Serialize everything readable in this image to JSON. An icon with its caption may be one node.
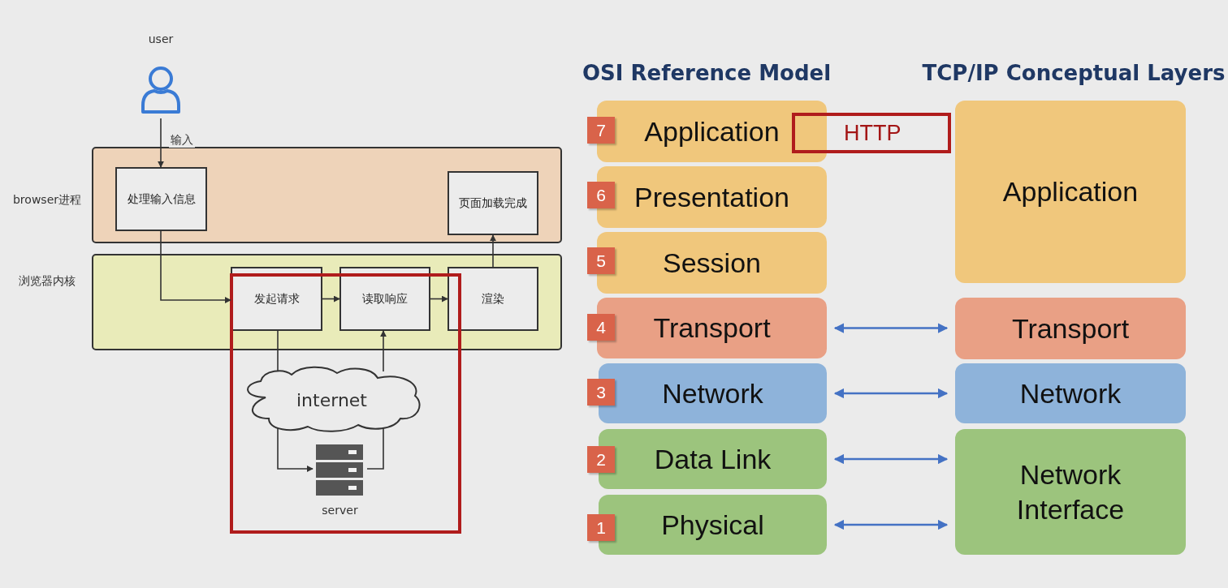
{
  "diagram": {
    "nodes": [
      {
        "text": [
          "user"
        ]
      },
      {
        "text": [
          "browser进程"
        ]
      },
      {
        "text": [
          "处理输入信息"
        ],
        "in": 1
      },
      {
        "text": [
          "页面加载完成"
        ],
        "in": 1
      },
      {
        "text": [
          "浏览器内核"
        ]
      },
      {
        "text": [
          "发起请求"
        ],
        "in": 4
      },
      {
        "text": [
          "读取响应"
        ],
        "in": 4
      },
      {
        "text": [
          "渲染"
        ],
        "in": 4
      },
      {
        "text": [
          "internet"
        ]
      },
      {
        "text": [
          "server"
        ]
      },
      {
        "text": [
          "7"
        ]
      },
      {
        "text": [
          "Application"
        ]
      },
      {
        "text": [
          "HTTP"
        ]
      },
      {
        "text": [
          "6"
        ]
      },
      {
        "text": [
          "Presentation"
        ]
      },
      {
        "text": [
          "5"
        ]
      },
      {
        "text": [
          "Session"
        ]
      },
      {
        "text": [
          "4"
        ]
      },
      {
        "text": [
          "Transport"
        ]
      },
      {
        "text": [
          "3"
        ]
      },
      {
        "text": [
          "Network"
        ]
      },
      {
        "text": [
          "2"
        ]
      },
      {
        "text": [
          "Data Link"
        ]
      },
      {
        "text": [
          "1"
        ]
      },
      {
        "text": [
          "Physical"
        ]
      },
      {
        "text": [
          "Application"
        ]
      },
      {
        "text": [
          "Transport"
        ]
      },
      {
        "text": [
          "Network"
        ]
      },
      {
        "text": [
          "Network Interface"
        ]
      }
    ],
    "edges": [
      {
        "from": 0,
        "to": 2,
        "arrow": "to",
        "label": "输入"
      },
      {
        "from": 2,
        "to": 5,
        "arrow": "to"
      },
      {
        "from": 5,
        "to": 6,
        "arrow": "to"
      },
      {
        "from": 6,
        "to": 7,
        "arrow": "to"
      },
      {
        "from": 7,
        "to": 3,
        "arrow": "to"
      },
      {
        "from": 5,
        "to": 8,
        "arrow": "none"
      },
      {
        "from": 8,
        "to": 9,
        "arrow": "to"
      },
      {
        "from": 9,
        "to": 8,
        "arrow": "none"
      },
      {
        "from": 8,
        "to": 6,
        "arrow": "to"
      },
      {
        "from": 18,
        "to": 26,
        "arrow": "both",
        "color": "#4472c4"
      },
      {
        "from": 20,
        "to": 27,
        "arrow": "both",
        "color": "#4472c4"
      },
      {
        "from": 22,
        "to": 28,
        "arrow": "both",
        "color": "#4472c4"
      },
      {
        "from": 24,
        "to": 28,
        "arrow": "both",
        "color": "#4472c4"
      }
    ],
    "labels": [
      "OSI Reference Model",
      "TCP/IP Conceptual Layers"
    ]
  }
}
